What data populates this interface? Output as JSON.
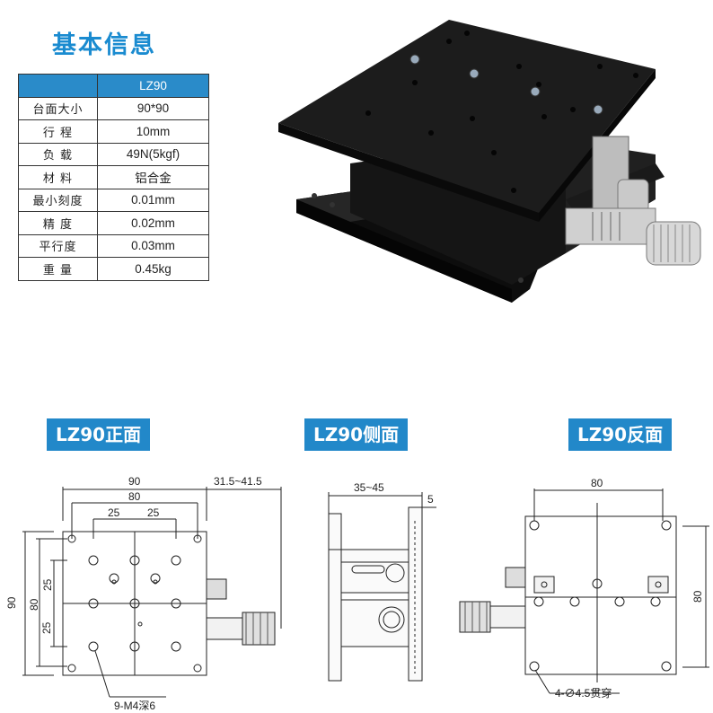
{
  "title": "基本信息",
  "spec_table": {
    "model_header": "LZ90",
    "rows": [
      {
        "label": "台面大小",
        "value": "90*90"
      },
      {
        "label": "行 程",
        "value": "10mm"
      },
      {
        "label": "负 载",
        "value": "49N(5kgf)"
      },
      {
        "label": "材 料",
        "value": "铝合金"
      },
      {
        "label": "最小刻度",
        "value": "0.01mm"
      },
      {
        "label": "精 度",
        "value": "0.02mm"
      },
      {
        "label": "平行度",
        "value": "0.03mm"
      },
      {
        "label": "重 量",
        "value": "0.45kg"
      }
    ]
  },
  "views": {
    "front_label": "LZ90正面",
    "side_label": "LZ90侧面",
    "back_label": "LZ90反面"
  },
  "front_dims": {
    "width_outer": "90",
    "width_inner": "80",
    "hole_pitch_a": "25",
    "hole_pitch_b": "25",
    "height_range": "31.5~41.5",
    "left_outer": "90",
    "left_inner": "80",
    "left_pitch_a": "25",
    "left_pitch_b": "25",
    "hole_note": "9-M4深6"
  },
  "side_dims": {
    "range": "35~45",
    "thickness": "5"
  },
  "back_dims": {
    "width": "80",
    "height": "80",
    "hole_note": "4-∅4.5贯穿"
  },
  "colors": {
    "accent": "#2288c9",
    "title": "#1a8bd0"
  }
}
